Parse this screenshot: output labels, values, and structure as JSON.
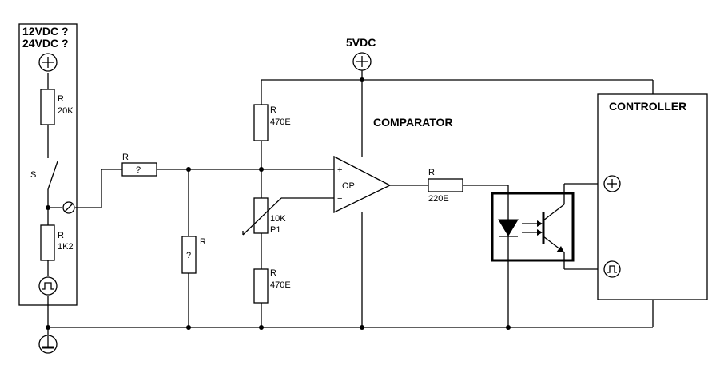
{
  "supply": {
    "line1": "12VDC ?",
    "line2": "24VDC ?"
  },
  "sensor": {
    "r1_name": "R",
    "r1_value": "20K",
    "switch_label": "S",
    "r2_name": "R",
    "r2_value": "1K2"
  },
  "rin": {
    "name": "R",
    "value": "?"
  },
  "rshunt": {
    "name": "R",
    "value": "?"
  },
  "vcc_label": "5VDC",
  "divider": {
    "rtop_name": "R",
    "rtop_value": "470E",
    "pot_value": "10K",
    "pot_name": "P1",
    "rbot_name": "R",
    "rbot_value": "470E"
  },
  "comparator": {
    "title": "COMPARATOR",
    "op_label": "OP",
    "plus": "+",
    "minus": "−"
  },
  "rout": {
    "name": "R",
    "value": "220E"
  },
  "controller": {
    "title": "CONTROLLER"
  },
  "icons": [
    "plus-terminal-icon",
    "pulse-terminal-icon",
    "ground-icon",
    "optocoupler-icon",
    "comparator-icon"
  ]
}
